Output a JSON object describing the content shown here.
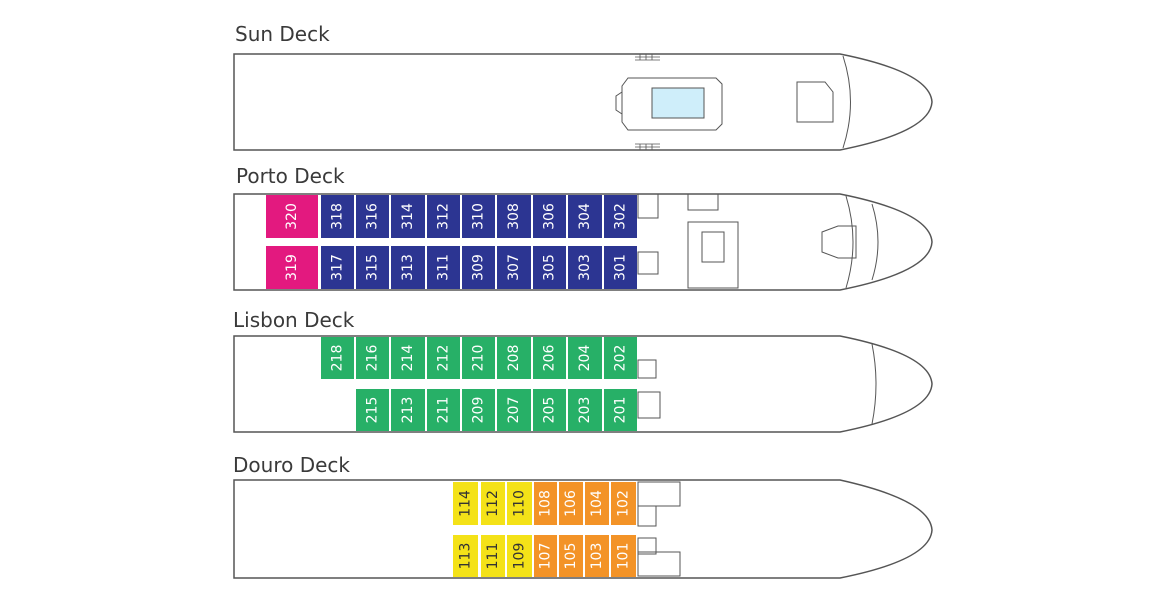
{
  "colors": {
    "outline": "#555555",
    "porto_suite": "#e3197f",
    "porto_cabin": "#2c3592",
    "lisbon_cabin": "#27b067",
    "douro_yellow": "#f4e218",
    "douro_orange": "#f39327",
    "pool": "#cfeefa",
    "label_light": "#ffffff",
    "label_dark": "#333333"
  },
  "decks": [
    {
      "id": "sun",
      "title": "Sun Deck",
      "top_row": [],
      "bottom_row": []
    },
    {
      "id": "porto",
      "title": "Porto Deck",
      "top_row": [
        {
          "number": "320",
          "category": "porto_suite"
        },
        {
          "number": "318",
          "category": "porto_cabin"
        },
        {
          "number": "316",
          "category": "porto_cabin"
        },
        {
          "number": "314",
          "category": "porto_cabin"
        },
        {
          "number": "312",
          "category": "porto_cabin"
        },
        {
          "number": "310",
          "category": "porto_cabin"
        },
        {
          "number": "308",
          "category": "porto_cabin"
        },
        {
          "number": "306",
          "category": "porto_cabin"
        },
        {
          "number": "304",
          "category": "porto_cabin"
        },
        {
          "number": "302",
          "category": "porto_cabin"
        }
      ],
      "bottom_row": [
        {
          "number": "319",
          "category": "porto_suite"
        },
        {
          "number": "317",
          "category": "porto_cabin"
        },
        {
          "number": "315",
          "category": "porto_cabin"
        },
        {
          "number": "313",
          "category": "porto_cabin"
        },
        {
          "number": "311",
          "category": "porto_cabin"
        },
        {
          "number": "309",
          "category": "porto_cabin"
        },
        {
          "number": "307",
          "category": "porto_cabin"
        },
        {
          "number": "305",
          "category": "porto_cabin"
        },
        {
          "number": "303",
          "category": "porto_cabin"
        },
        {
          "number": "301",
          "category": "porto_cabin"
        }
      ]
    },
    {
      "id": "lisbon",
      "title": "Lisbon Deck",
      "top_row": [
        {
          "number": "218",
          "category": "lisbon_cabin"
        },
        {
          "number": "216",
          "category": "lisbon_cabin"
        },
        {
          "number": "214",
          "category": "lisbon_cabin"
        },
        {
          "number": "212",
          "category": "lisbon_cabin"
        },
        {
          "number": "210",
          "category": "lisbon_cabin"
        },
        {
          "number": "208",
          "category": "lisbon_cabin"
        },
        {
          "number": "206",
          "category": "lisbon_cabin"
        },
        {
          "number": "204",
          "category": "lisbon_cabin"
        },
        {
          "number": "202",
          "category": "lisbon_cabin"
        }
      ],
      "bottom_row": [
        {
          "number": "215",
          "category": "lisbon_cabin"
        },
        {
          "number": "213",
          "category": "lisbon_cabin"
        },
        {
          "number": "211",
          "category": "lisbon_cabin"
        },
        {
          "number": "209",
          "category": "lisbon_cabin"
        },
        {
          "number": "207",
          "category": "lisbon_cabin"
        },
        {
          "number": "205",
          "category": "lisbon_cabin"
        },
        {
          "number": "203",
          "category": "lisbon_cabin"
        },
        {
          "number": "201",
          "category": "lisbon_cabin"
        }
      ]
    },
    {
      "id": "douro",
      "title": "Douro Deck",
      "top_row": [
        {
          "number": "114",
          "category": "douro_yellow"
        },
        {
          "number": "112",
          "category": "douro_yellow"
        },
        {
          "number": "110",
          "category": "douro_yellow"
        },
        {
          "number": "108",
          "category": "douro_orange"
        },
        {
          "number": "106",
          "category": "douro_orange"
        },
        {
          "number": "104",
          "category": "douro_orange"
        },
        {
          "number": "102",
          "category": "douro_orange"
        }
      ],
      "bottom_row": [
        {
          "number": "113",
          "category": "douro_yellow"
        },
        {
          "number": "111",
          "category": "douro_yellow"
        },
        {
          "number": "109",
          "category": "douro_yellow"
        },
        {
          "number": "107",
          "category": "douro_orange"
        },
        {
          "number": "105",
          "category": "douro_orange"
        },
        {
          "number": "103",
          "category": "douro_orange"
        },
        {
          "number": "101",
          "category": "douro_orange"
        }
      ]
    }
  ]
}
